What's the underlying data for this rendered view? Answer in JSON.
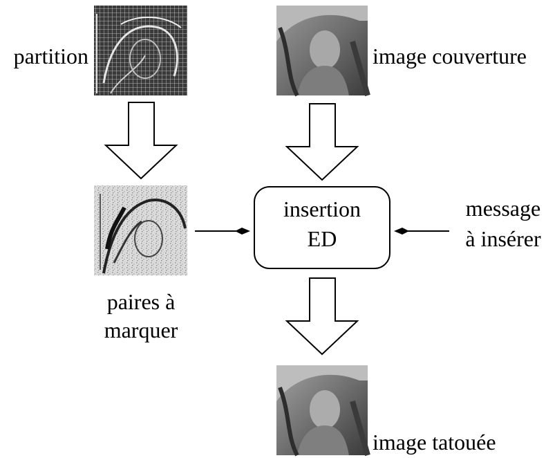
{
  "diagram": {
    "labels": {
      "partition": "partition",
      "cover_image": "image couverture",
      "pairs_line1": "paires à",
      "pairs_line2": "marquer",
      "box_line1": "insertion",
      "box_line2": "ED",
      "message_line1": "message",
      "message_line2": "à insérer",
      "watermarked_image": "image tatouée"
    },
    "colors": {
      "stroke": "#000000",
      "background": "#ffffff"
    }
  }
}
